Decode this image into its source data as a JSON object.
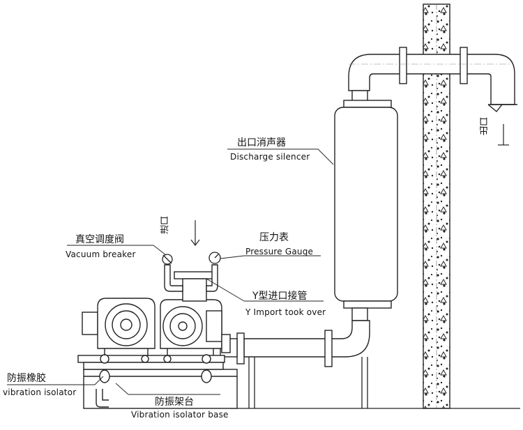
{
  "labels": {
    "discharge_silencer_zh": "出口消声器",
    "discharge_silencer_en": "Discharge silencer",
    "pressure_gauge_zh": "压力表",
    "pressure_gauge_en": "Pressure Gauge",
    "vacuum_breaker_zh": "真空调度阀",
    "vacuum_breaker_en": "Vacuum breaker",
    "y_import_zh": "Y型进口接管",
    "y_import_en": "Y Import took over",
    "vibration_isolator_zh": "防振橡胶",
    "vibration_isolator_en": "vibration isolator",
    "isolator_base_zh": "防振架台",
    "isolator_base_en": "Vibration isolator base",
    "inlet_zh": "进口",
    "outlet_zh": "出口"
  },
  "colors": {
    "line": "#222222",
    "background": "#ffffff"
  }
}
